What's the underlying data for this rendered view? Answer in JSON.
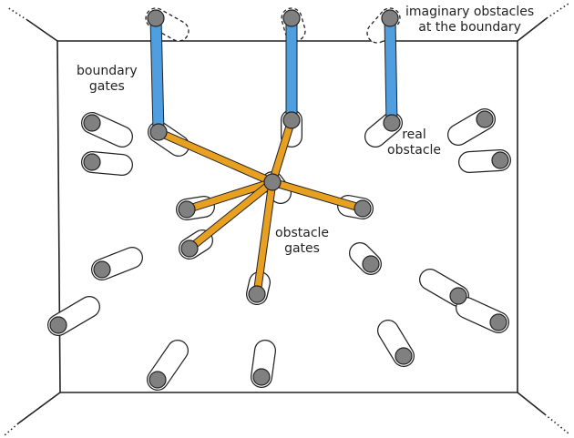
{
  "labels": {
    "imaginary_obstacles": [
      "imaginary obstacles",
      "at the boundary"
    ],
    "boundary_gates": [
      "boundary",
      "gates"
    ],
    "real_obstacle": [
      "real",
      "obstacle"
    ],
    "obstacle_gates": [
      "obstacle",
      "gates"
    ]
  },
  "colors": {
    "boundary_gate": "#4f9fe0",
    "obstacle_gate": "#e8a020",
    "node": "#808080",
    "outline": "#222222",
    "background": "#ffffff"
  },
  "icons": {
    "obstacle": "capsule-with-disc",
    "imaginary_obstacle": "dashed-capsule"
  }
}
